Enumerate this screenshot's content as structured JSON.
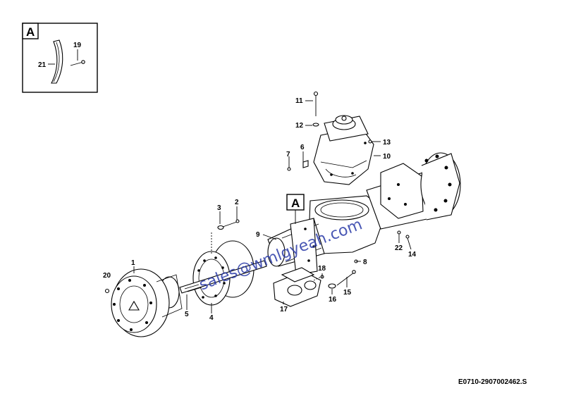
{
  "inset": {
    "label": "A",
    "callouts": [
      "19",
      "21"
    ]
  },
  "marker": {
    "label": "A"
  },
  "callouts": [
    "1",
    "2",
    "3",
    "4",
    "5",
    "6",
    "7",
    "8",
    "9",
    "10",
    "11",
    "12",
    "13",
    "14",
    "15",
    "16",
    "17",
    "18",
    "20",
    "22"
  ],
  "figure_code": "E0710-2907002462.S",
  "watermark": "sales@wmlgyeah.com"
}
